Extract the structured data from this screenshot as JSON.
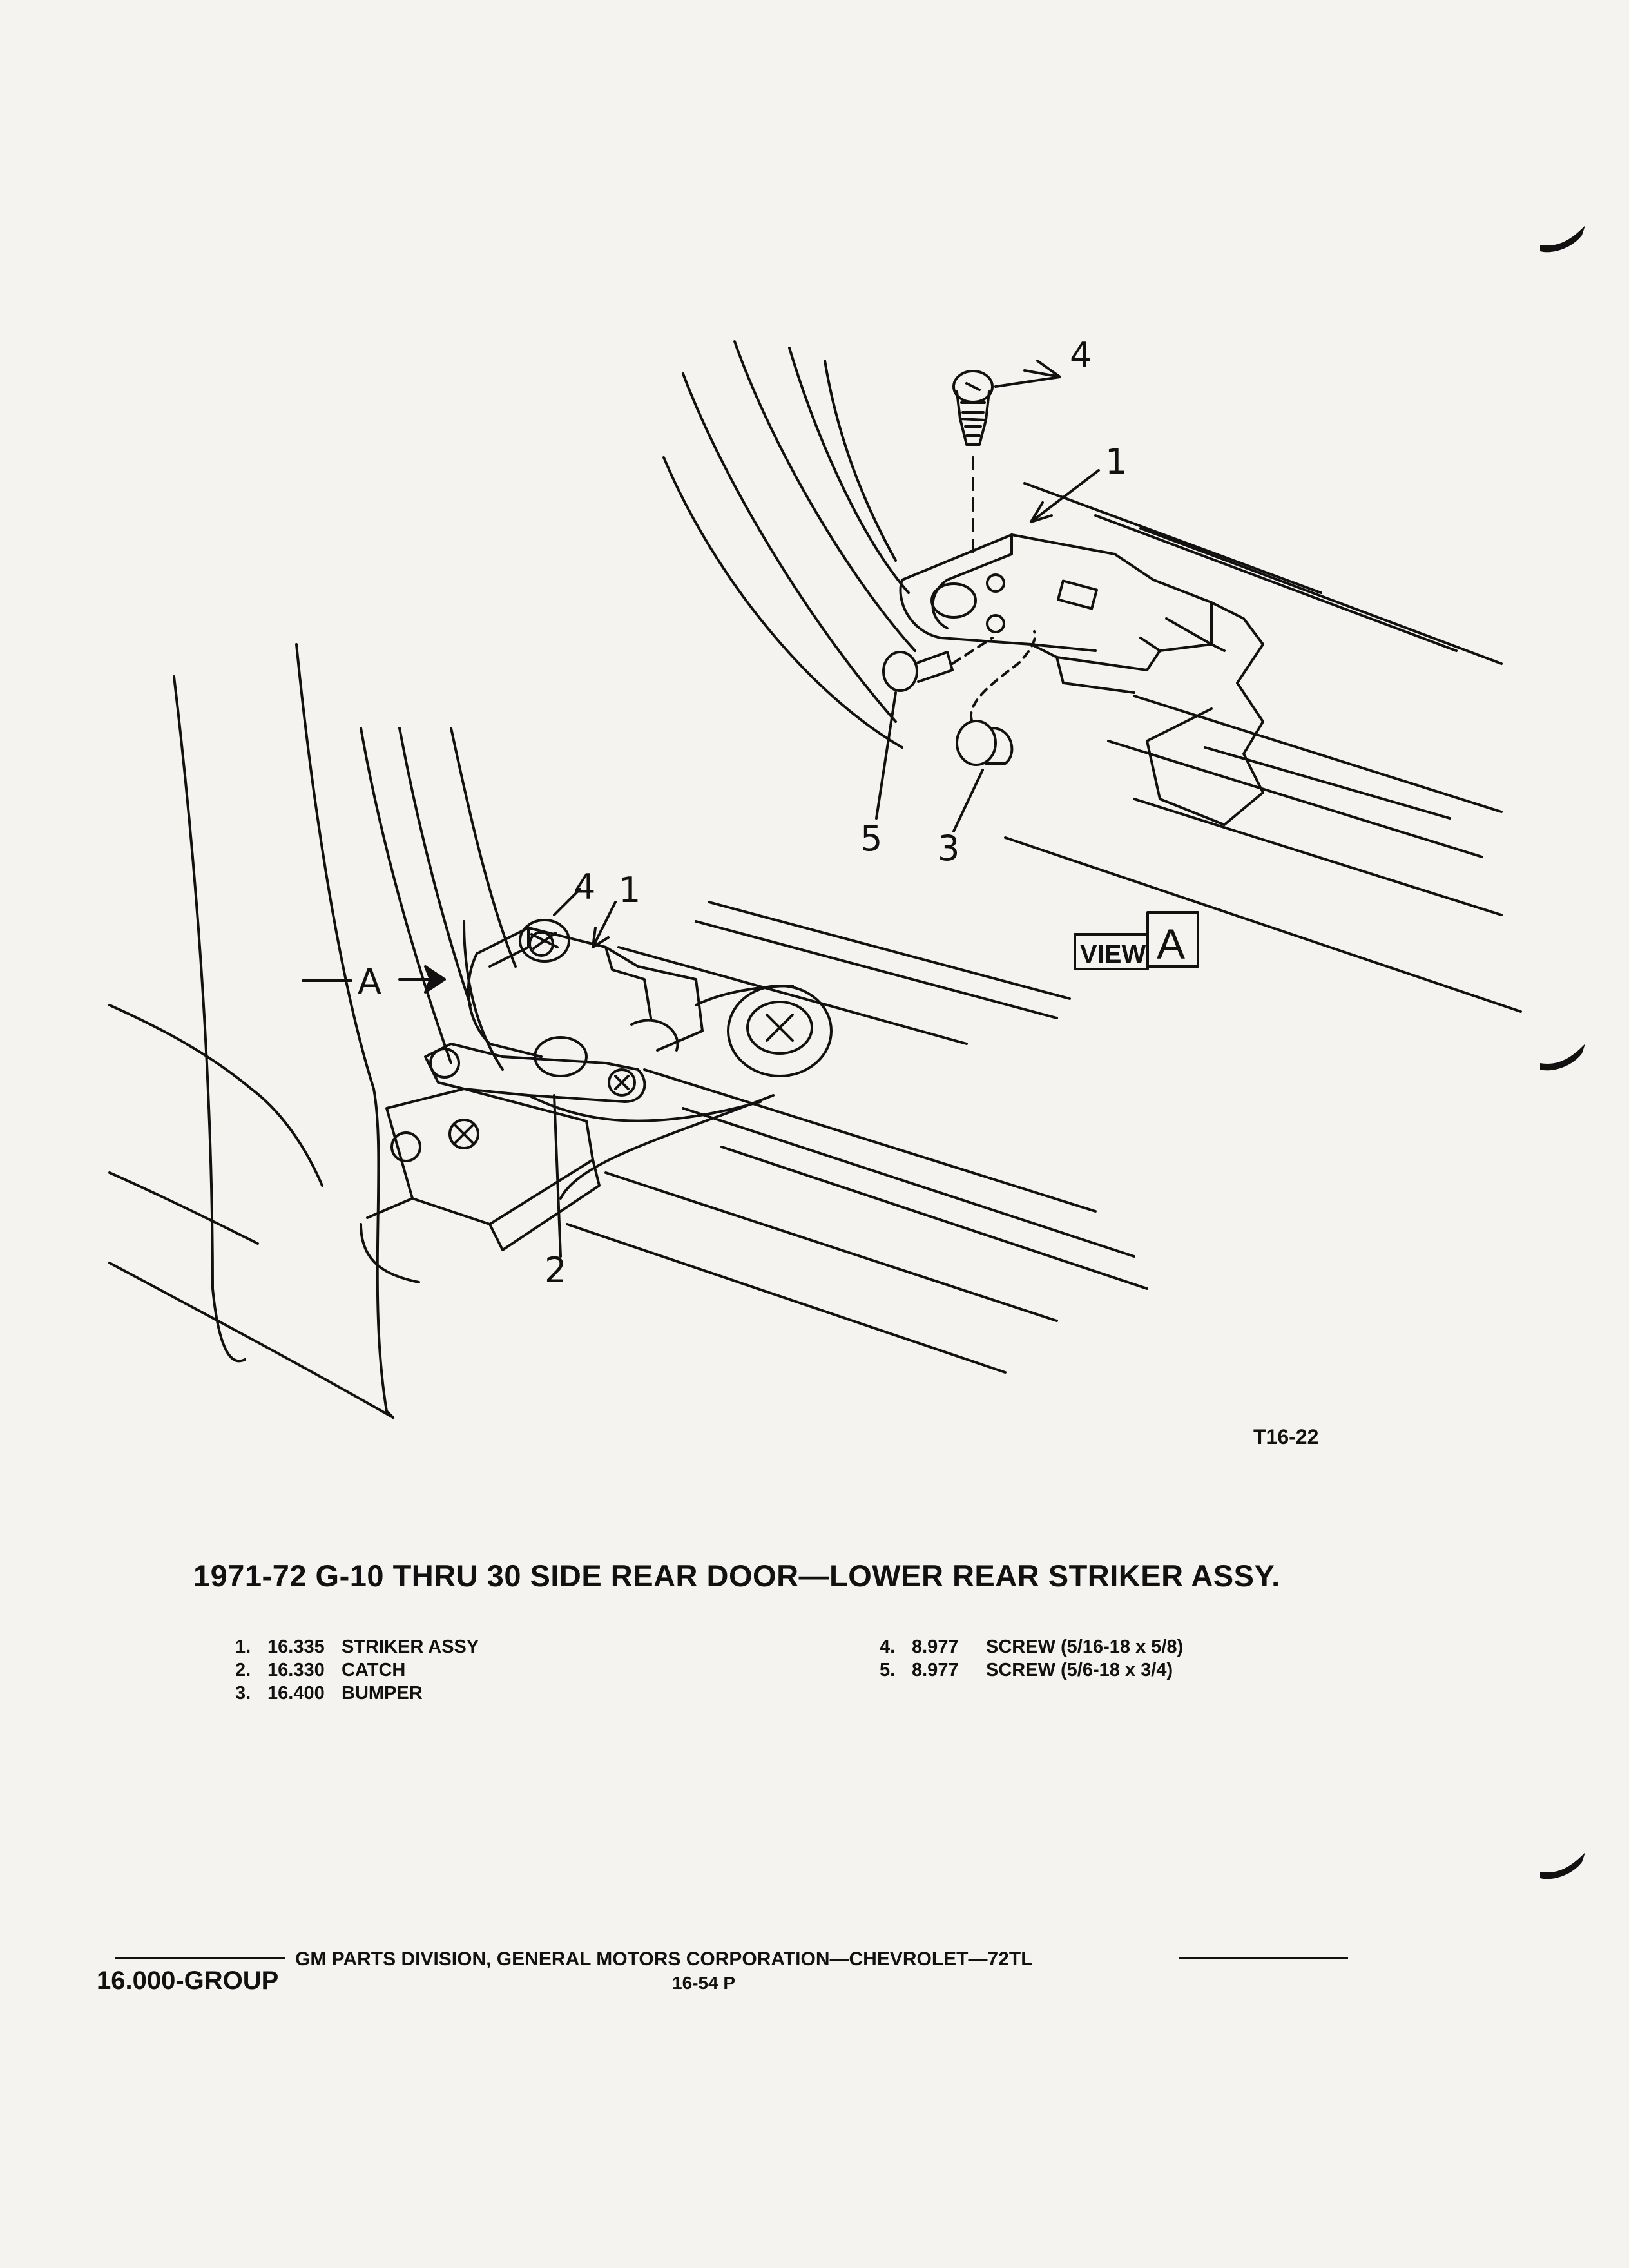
{
  "figure": {
    "code": "T16-22",
    "view_label": "VIEW",
    "view_letter": "A",
    "arrow_label": "A",
    "callouts": {
      "upper": [
        "4",
        "1",
        "5",
        "3"
      ],
      "lower": [
        "4",
        "1",
        "2"
      ]
    }
  },
  "title": "1971-72  G-10 THRU 30 SIDE REAR DOOR—LOWER REAR STRIKER ASSY.",
  "parts_left": [
    {
      "num": "1.",
      "code": "16.335",
      "name": "STRIKER ASSY"
    },
    {
      "num": "2.",
      "code": "16.330",
      "name": "CATCH"
    },
    {
      "num": "3.",
      "code": "16.400",
      "name": "BUMPER"
    }
  ],
  "parts_right": [
    {
      "num": "4.",
      "code": "8.977",
      "name": "SCREW (5/16-18 x 5/8)"
    },
    {
      "num": "5.",
      "code": "8.977",
      "name": "SCREW (5/6-18 x 3/4)"
    }
  ],
  "footer": {
    "publisher": "GM PARTS DIVISION, GENERAL MOTORS CORPORATION—CHEVROLET—72TL",
    "group": "16.000-GROUP",
    "page": "16-54 P"
  }
}
